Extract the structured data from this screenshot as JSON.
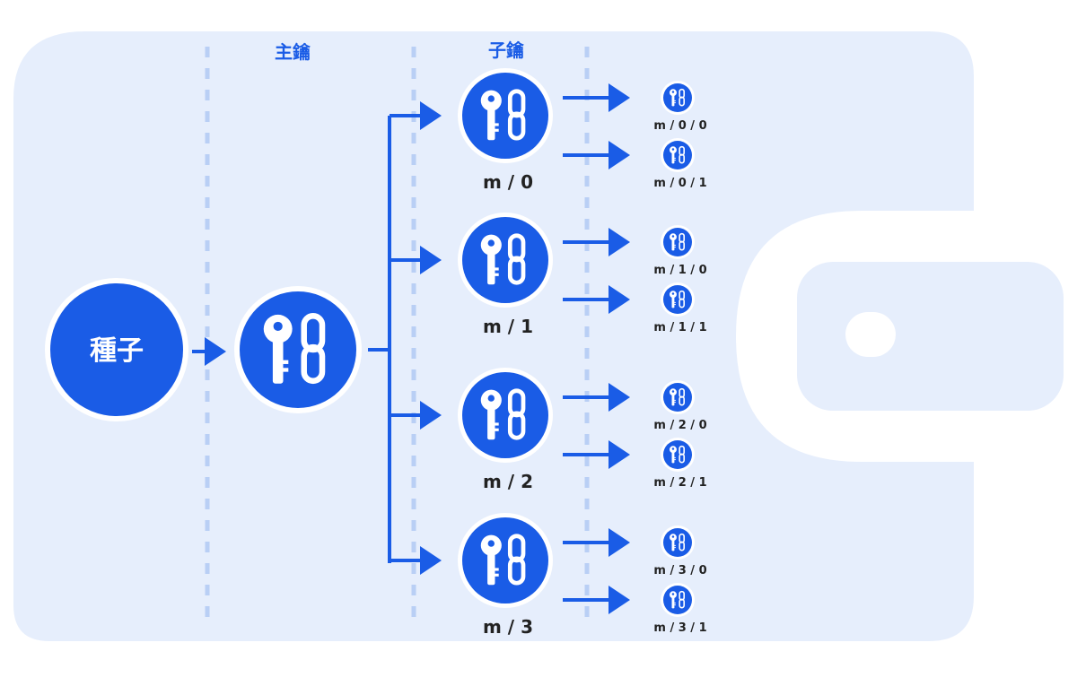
{
  "headers": {
    "master": "主鑰",
    "child": "子鑰"
  },
  "seed": {
    "label": "種子"
  },
  "master": {
    "icon": "key-chain-icon"
  },
  "children": [
    {
      "label": "m / 0",
      "grandchildren": [
        "m / 0 / 0",
        "m / 0 / 1"
      ]
    },
    {
      "label": "m / 1",
      "grandchildren": [
        "m / 1 / 0",
        "m / 1 / 1"
      ]
    },
    {
      "label": "m / 2",
      "grandchildren": [
        "m / 2 / 0",
        "m / 2 / 1"
      ]
    },
    {
      "label": "m / 3",
      "grandchildren": [
        "m / 3 / 0",
        "m / 3 / 1"
      ]
    }
  ],
  "colors": {
    "accent": "#1a5ce6",
    "wallet": "#e6eefc",
    "divider": "#b9cff5"
  }
}
